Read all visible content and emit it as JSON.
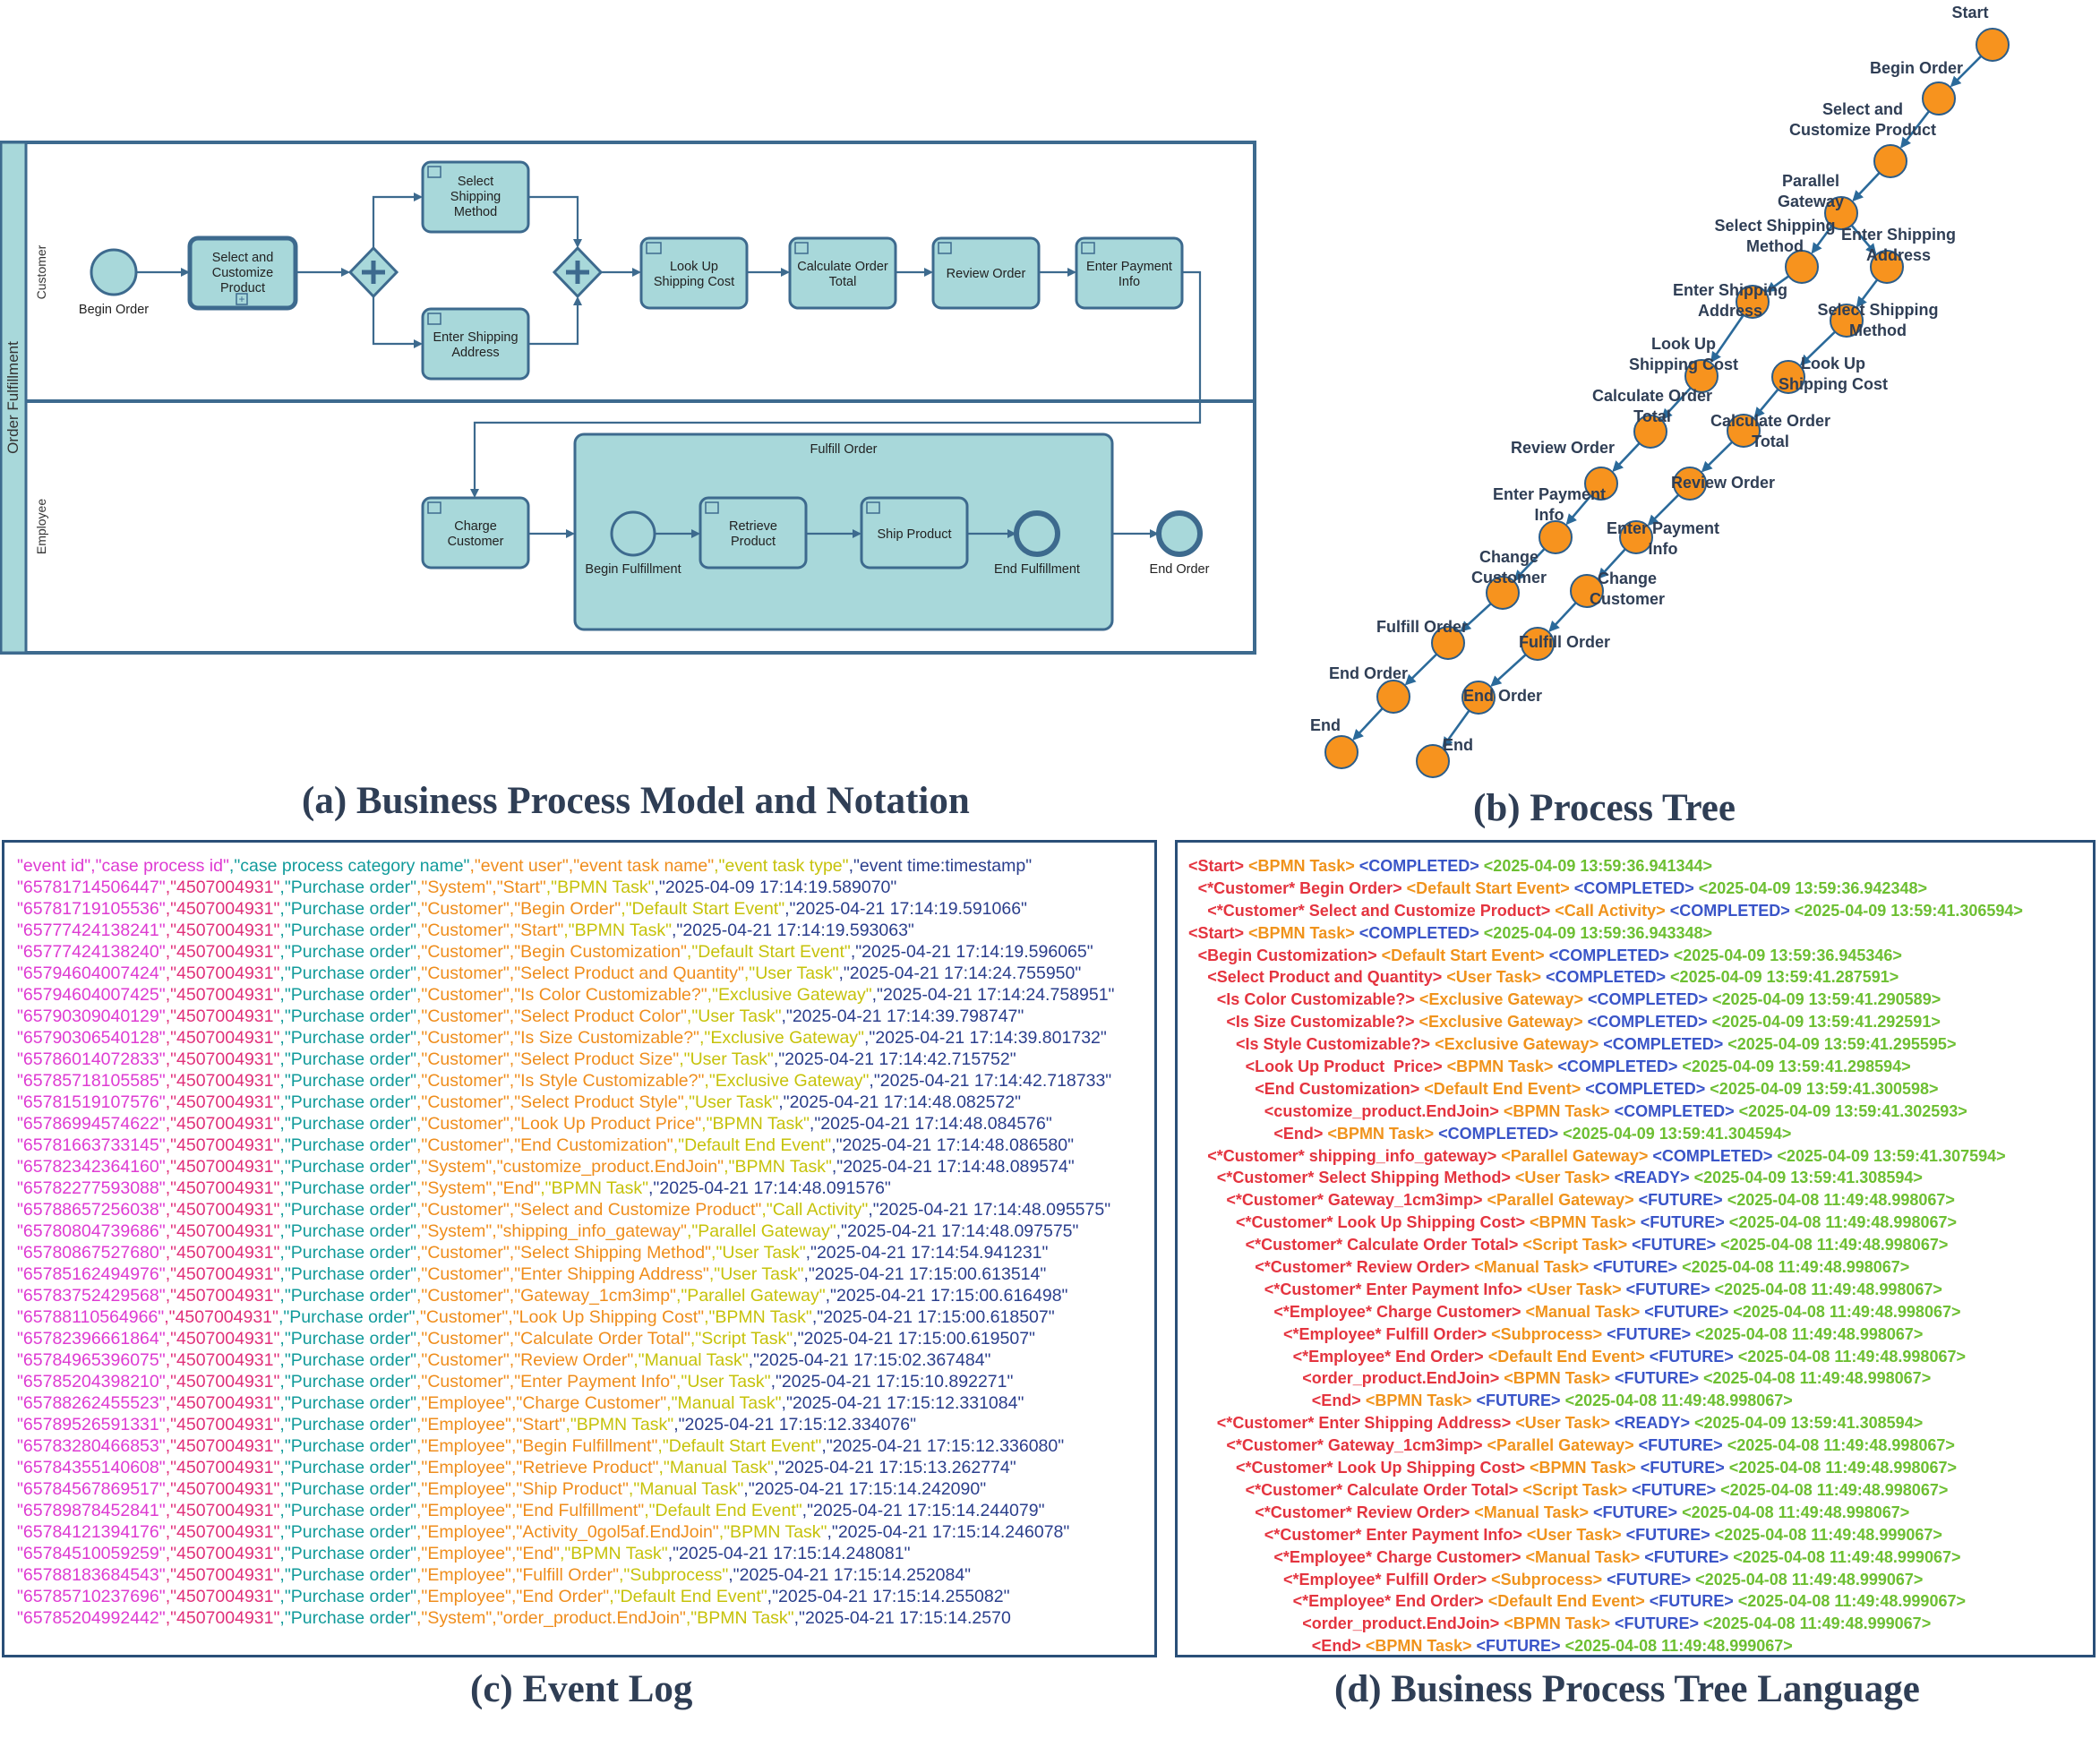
{
  "captions": {
    "a": "(a) Business Process Model and Notation",
    "b": "(b) Process Tree",
    "c": "(c) Event Log",
    "d": "(d) Business Process Tree Language"
  },
  "bpmn": {
    "pool": "Order Fulfillment",
    "lanes": [
      "Customer",
      "Employee"
    ],
    "nodes": {
      "begin_order": "Begin Order",
      "select_customize": [
        "Select and",
        "Customize",
        "Product"
      ],
      "select_shipping": [
        "Select",
        "Shipping",
        "Method"
      ],
      "enter_shipping": [
        "Enter Shipping",
        "Address"
      ],
      "look_up": [
        "Look Up",
        "Shipping Cost"
      ],
      "calc_total": [
        "Calculate Order",
        "Total"
      ],
      "review": "Review Order",
      "enter_payment": [
        "Enter Payment",
        "Info"
      ],
      "charge": [
        "Charge",
        "Customer"
      ],
      "fulfill_order": "Fulfill Order",
      "begin_fulfill": "Begin Fulfillment",
      "retrieve": [
        "Retrieve",
        "Product"
      ],
      "ship": "Ship Product",
      "end_fulfill": "End Fulfillment",
      "end_order": "End Order"
    }
  },
  "tree": {
    "main_chain": [
      "Start",
      "Begin Order",
      "Select and\nCustomize Product",
      "Parallel\nGateway"
    ],
    "left_branch": [
      "Select Shipping\nMethod",
      "Enter Shipping\nAddress",
      "Look Up\nShipping Cost",
      "Calculate Order\nTotal",
      "Review Order",
      "Enter Payment\nInfo",
      "Change\nCustomer",
      "Fulfill Order",
      "End Order",
      "End"
    ],
    "right_branch": [
      "Enter Shipping\nAddress",
      "Select Shipping\nMethod",
      "Look Up\nShipping Cost",
      "Calculate Order\nTotal",
      "Review Order",
      "Enter Payment\nInfo",
      "Change\nCustomer",
      "Fulfill Order",
      "End Order",
      "End"
    ],
    "colors": {
      "node": "#f7931e",
      "node_stroke": "#2b5d8a",
      "edge": "#2b6a9a"
    }
  },
  "event_log": {
    "header": [
      "\"event id\"",
      ",\"case process id\"",
      ",\"case process category name\"",
      ",\"event user\"",
      ",\"event task name\"",
      ",\"event task type\"",
      ",\"event time:timestamp\""
    ],
    "rows": [
      [
        "\"65781714506447\"",
        ",\"4507004931\"",
        ",\"Purchase order\"",
        ",\"System\"",
        ",\"Start\"",
        ",\"BPMN Task\"",
        ",\"2025-04-09 17:14:19.589070\""
      ],
      [
        "\"65781719105536\"",
        ",\"4507004931\"",
        ",\"Purchase order\"",
        ",\"Customer\"",
        ",\"Begin Order\"",
        ",\"Default Start Event\"",
        ",\"2025-04-21 17:14:19.591066\""
      ],
      [
        "\"65777424138241\"",
        ",\"4507004931\"",
        ",\"Purchase order\"",
        ",\"Customer\"",
        ",\"Start\"",
        ",\"BPMN Task\"",
        ",\"2025-04-21 17:14:19.593063\""
      ],
      [
        "\"65777424138240\"",
        ",\"4507004931\"",
        ",\"Purchase order\"",
        ",\"Customer\"",
        ",\"Begin Customization\"",
        ",\"Default Start Event\"",
        ",\"2025-04-21 17:14:19.596065\""
      ],
      [
        "\"65794604007424\"",
        ",\"4507004931\"",
        ",\"Purchase order\"",
        ",\"Customer\"",
        ",\"Select Product and Quantity\"",
        ",\"User Task\"",
        ",\"2025-04-21 17:14:24.755950\""
      ],
      [
        "\"65794604007425\"",
        ",\"4507004931\"",
        ",\"Purchase order\"",
        ",\"Customer\"",
        ",\"Is Color Customizable?\"",
        ",\"Exclusive Gateway\"",
        ",\"2025-04-21 17:14:24.758951\""
      ],
      [
        "\"65790309040129\"",
        ",\"4507004931\"",
        ",\"Purchase order\"",
        ",\"Customer\"",
        ",\"Select Product Color\"",
        ",\"User Task\"",
        ",\"2025-04-21 17:14:39.798747\""
      ],
      [
        "\"65790306540128\"",
        ",\"4507004931\"",
        ",\"Purchase order\"",
        ",\"Customer\"",
        ",\"Is Size Customizable?\"",
        ",\"Exclusive Gateway\"",
        ",\"2025-04-21 17:14:39.801732\""
      ],
      [
        "\"65786014072833\"",
        ",\"4507004931\"",
        ",\"Purchase order\"",
        ",\"Customer\"",
        ",\"Select Product Size\"",
        ",\"User Task\"",
        ",\"2025-04-21 17:14:42.715752\""
      ],
      [
        "\"65785718105585\"",
        ",\"4507004931\"",
        ",\"Purchase order\"",
        ",\"Customer\"",
        ",\"Is Style Customizable?\"",
        ",\"Exclusive Gateway\"",
        ",\"2025-04-21 17:14:42.718733\""
      ],
      [
        "\"65781519107576\"",
        ",\"4507004931\"",
        ",\"Purchase order\"",
        ",\"Customer\"",
        ",\"Select Product Style\"",
        ",\"User Task\"",
        ",\"2025-04-21 17:14:48.082572\""
      ],
      [
        "\"65786994574622\"",
        ",\"4507004931\"",
        ",\"Purchase order\"",
        ",\"Customer\"",
        ",\"Look Up Product Price\"",
        ",\"BPMN Task\"",
        ",\"2025-04-21 17:14:48.084576\""
      ],
      [
        "\"65781663733145\"",
        ",\"4507004931\"",
        ",\"Purchase order\"",
        ",\"Customer\"",
        ",\"End Customization\"",
        ",\"Default End Event\"",
        ",\"2025-04-21 17:14:48.086580\""
      ],
      [
        "\"65782342364160\"",
        ",\"4507004931\"",
        ",\"Purchase order\"",
        ",\"System\"",
        ",\"customize_product.EndJoin\"",
        ",\"BPMN Task\"",
        ",\"2025-04-21 17:14:48.089574\""
      ],
      [
        "\"65782277593088\"",
        ",\"4507004931\"",
        ",\"Purchase order\"",
        ",\"System\"",
        ",\"End\"",
        ",\"BPMN Task\"",
        ",\"2025-04-21 17:14:48.091576\""
      ],
      [
        "\"65788657256038\"",
        ",\"4507004931\"",
        ",\"Purchase order\"",
        ",\"Customer\"",
        ",\"Select and Customize Product\"",
        ",\"Call Activity\"",
        ",\"2025-04-21 17:14:48.095575\""
      ],
      [
        "\"65780804739686\"",
        ",\"4507004931\"",
        ",\"Purchase order\"",
        ",\"System\"",
        ",\"shipping_info_gateway\"",
        ",\"Parallel Gateway\"",
        ",\"2025-04-21 17:14:48.097575\""
      ],
      [
        "\"65780867527680\"",
        ",\"4507004931\"",
        ",\"Purchase order\"",
        ",\"Customer\"",
        ",\"Select Shipping Method\"",
        ",\"User Task\"",
        ",\"2025-04-21 17:14:54.941231\""
      ],
      [
        "\"65785162494976\"",
        ",\"4507004931\"",
        ",\"Purchase order\"",
        ",\"Customer\"",
        ",\"Enter Shipping Address\"",
        ",\"User Task\"",
        ",\"2025-04-21 17:15:00.613514\""
      ],
      [
        "\"65783752429568\"",
        ",\"4507004931\"",
        ",\"Purchase order\"",
        ",\"Customer\"",
        ",\"Gateway_1cm3imp\"",
        ",\"Parallel Gateway\"",
        ",\"2025-04-21 17:15:00.616498\""
      ],
      [
        "\"65788110564966\"",
        ",\"4507004931\"",
        ",\"Purchase order\"",
        ",\"Customer\"",
        ",\"Look Up Shipping Cost\"",
        ",\"BPMN Task\"",
        ",\"2025-04-21 17:15:00.618507\""
      ],
      [
        "\"65782396661864\"",
        ",\"4507004931\"",
        ",\"Purchase order\"",
        ",\"Customer\"",
        ",\"Calculate Order Total\"",
        ",\"Script Task\"",
        ",\"2025-04-21 17:15:00.619507\""
      ],
      [
        "\"65784965396075\"",
        ",\"4507004931\"",
        ",\"Purchase order\"",
        ",\"Customer\"",
        ",\"Review Order\"",
        ",\"Manual Task\"",
        ",\"2025-04-21 17:15:02.367484\""
      ],
      [
        "\"65785204398210\"",
        ",\"4507004931\"",
        ",\"Purchase order\"",
        ",\"Customer\"",
        ",\"Enter Payment Info\"",
        ",\"User Task\"",
        ",\"2025-04-21 17:15:10.892271\""
      ],
      [
        "\"65788262455523\"",
        ",\"4507004931\"",
        ",\"Purchase order\"",
        ",\"Employee\"",
        ",\"Charge Customer\"",
        ",\"Manual Task\"",
        ",\"2025-04-21 17:15:12.331084\""
      ],
      [
        "\"65789526591331\"",
        ",\"4507004931\"",
        ",\"Purchase order\"",
        ",\"Employee\"",
        ",\"Start\"",
        ",\"BPMN Task\"",
        ",\"2025-04-21 17:15:12.334076\""
      ],
      [
        "\"65783280466853\"",
        ",\"4507004931\"",
        ",\"Purchase order\"",
        ",\"Employee\"",
        ",\"Begin Fulfillment\"",
        ",\"Default Start Event\"",
        ",\"2025-04-21 17:15:12.336080\""
      ],
      [
        "\"65784355140608\"",
        ",\"4507004931\"",
        ",\"Purchase order\"",
        ",\"Employee\"",
        ",\"Retrieve Product\"",
        ",\"Manual Task\"",
        ",\"2025-04-21 17:15:13.262774\""
      ],
      [
        "\"65784567869517\"",
        ",\"4507004931\"",
        ",\"Purchase order\"",
        ",\"Employee\"",
        ",\"Ship Product\"",
        ",\"Manual Task\"",
        ",\"2025-04-21 17:15:14.242090\""
      ],
      [
        "\"65789878452841\"",
        ",\"4507004931\"",
        ",\"Purchase order\"",
        ",\"Employee\"",
        ",\"End Fulfillment\"",
        ",\"Default End Event\"",
        ",\"2025-04-21 17:15:14.244079\""
      ],
      [
        "\"65784121394176\"",
        ",\"4507004931\"",
        ",\"Purchase order\"",
        ",\"Employee\"",
        ",\"Activity_0gol5af.EndJoin\"",
        ",\"BPMN Task\"",
        ",\"2025-04-21 17:15:14.246078\""
      ],
      [
        "\"65784510059259\"",
        ",\"4507004931\"",
        ",\"Purchase order\"",
        ",\"Employee\"",
        ",\"End\"",
        ",\"BPMN Task\"",
        ",\"2025-04-21 17:15:14.248081\""
      ],
      [
        "\"65788183684543\"",
        ",\"4507004931\"",
        ",\"Purchase order\"",
        ",\"Employee\"",
        ",\"Fulfill Order\"",
        ",\"Subprocess\"",
        ",\"2025-04-21 17:15:14.252084\""
      ],
      [
        "\"65785710237696\"",
        ",\"4507004931\"",
        ",\"Purchase order\"",
        ",\"Employee\"",
        ",\"End Order\"",
        ",\"Default End Event\"",
        ",\"2025-04-21 17:15:14.255082\""
      ],
      [
        "\"65785204992442\"",
        ",\"4507004931\"",
        ",\"Purchase order\"",
        ",\"System\"",
        ",\"order_product.EndJoin\"",
        ",\"BPMN Task\"",
        ",\"2025-04-21 17:15:14.2570"
      ]
    ]
  },
  "bptl": {
    "rows": [
      {
        "indent": 0,
        "name": "<Start>",
        "type": "<BPMN Task>",
        "status": "<COMPLETED>",
        "time": "<2025-04-09 13:59:36.941344>"
      },
      {
        "indent": 1,
        "name": "<*Customer* Begin Order>",
        "type": "<Default Start Event>",
        "status": "<COMPLETED>",
        "time": "<2025-04-09 13:59:36.942348>"
      },
      {
        "indent": 2,
        "name": "<*Customer* Select and Customize Product>",
        "type": "<Call Activity>",
        "status": "<COMPLETED>",
        "time": "<2025-04-09 13:59:41.306594>"
      },
      {
        "indent": 0,
        "name": "<Start>",
        "type": "<BPMN Task>",
        "status": "<COMPLETED>",
        "time": "<2025-04-09 13:59:36.943348>"
      },
      {
        "indent": 1,
        "name": "<Begin Customization>",
        "type": "<Default Start Event>",
        "status": "<COMPLETED>",
        "time": "<2025-04-09 13:59:36.945346>"
      },
      {
        "indent": 2,
        "name": "<Select Product and Quantity>",
        "type": "<User Task>",
        "status": "<COMPLETED>",
        "time": "<2025-04-09 13:59:41.287591>"
      },
      {
        "indent": 3,
        "name": "<Is Color Customizable?>",
        "type": "<Exclusive Gateway>",
        "status": "<COMPLETED>",
        "time": "<2025-04-09 13:59:41.290589>"
      },
      {
        "indent": 4,
        "name": "<Is Size Customizable?>",
        "type": "<Exclusive Gateway>",
        "status": "<COMPLETED>",
        "time": "<2025-04-09 13:59:41.292591>"
      },
      {
        "indent": 5,
        "name": "<Is Style Customizable?>",
        "type": "<Exclusive Gateway>",
        "status": "<COMPLETED>",
        "time": "<2025-04-09 13:59:41.295595>"
      },
      {
        "indent": 6,
        "name": "<Look Up Product  Price>",
        "type": "<BPMN Task>",
        "status": "<COMPLETED>",
        "time": "<2025-04-09 13:59:41.298594>"
      },
      {
        "indent": 7,
        "name": "<End Customization>",
        "type": "<Default End Event>",
        "status": "<COMPLETED>",
        "time": "<2025-04-09 13:59:41.300598>"
      },
      {
        "indent": 8,
        "name": "<customize_product.EndJoin>",
        "type": "<BPMN Task>",
        "status": "<COMPLETED>",
        "time": "<2025-04-09 13:59:41.302593>"
      },
      {
        "indent": 9,
        "name": "<End>",
        "type": "<BPMN Task>",
        "status": "<COMPLETED>",
        "time": "<2025-04-09 13:59:41.304594>"
      },
      {
        "indent": 2,
        "name": "<*Customer* shipping_info_gateway>",
        "type": "<Parallel Gateway>",
        "status": "<COMPLETED>",
        "time": "<2025-04-09 13:59:41.307594>"
      },
      {
        "indent": 3,
        "name": "<*Customer* Select Shipping Method>",
        "type": "<User Task>",
        "status": "<READY>",
        "time": "<2025-04-09 13:59:41.308594>"
      },
      {
        "indent": 4,
        "name": "<*Customer* Gateway_1cm3imp>",
        "type": "<Parallel Gateway>",
        "status": "<FUTURE>",
        "time": "<2025-04-08 11:49:48.998067>"
      },
      {
        "indent": 5,
        "name": "<*Customer* Look Up Shipping Cost>",
        "type": "<BPMN Task>",
        "status": "<FUTURE>",
        "time": "<2025-04-08 11:49:48.998067>"
      },
      {
        "indent": 6,
        "name": "<*Customer* Calculate Order Total>",
        "type": "<Script Task>",
        "status": "<FUTURE>",
        "time": "<2025-04-08 11:49:48.998067>"
      },
      {
        "indent": 7,
        "name": "<*Customer* Review Order>",
        "type": "<Manual Task>",
        "status": "<FUTURE>",
        "time": "<2025-04-08 11:49:48.998067>"
      },
      {
        "indent": 8,
        "name": "<*Customer* Enter Payment Info>",
        "type": "<User Task>",
        "status": "<FUTURE>",
        "time": "<2025-04-08 11:49:48.998067>"
      },
      {
        "indent": 9,
        "name": "<*Employee* Charge Customer>",
        "type": "<Manual Task>",
        "status": "<FUTURE>",
        "time": "<2025-04-08 11:49:48.998067>"
      },
      {
        "indent": 10,
        "name": "<*Employee* Fulfill Order>",
        "type": "<Subprocess>",
        "status": "<FUTURE>",
        "time": "<2025-04-08 11:49:48.998067>"
      },
      {
        "indent": 11,
        "name": "<*Employee* End Order>",
        "type": "<Default End Event>",
        "status": "<FUTURE>",
        "time": "<2025-04-08 11:49:48.998067>"
      },
      {
        "indent": 12,
        "name": "<order_product.EndJoin>",
        "type": "<BPMN Task>",
        "status": "<FUTURE>",
        "time": "<2025-04-08 11:49:48.998067>"
      },
      {
        "indent": 13,
        "name": "<End>",
        "type": "<BPMN Task>",
        "status": "<FUTURE>",
        "time": "<2025-04-08 11:49:48.998067>"
      },
      {
        "indent": 3,
        "name": "<*Customer* Enter Shipping Address>",
        "type": "<User Task>",
        "status": "<READY>",
        "time": "<2025-04-09 13:59:41.308594>"
      },
      {
        "indent": 4,
        "name": "<*Customer* Gateway_1cm3imp>",
        "type": "<Parallel Gateway>",
        "status": "<FUTURE>",
        "time": "<2025-04-08 11:49:48.998067>"
      },
      {
        "indent": 5,
        "name": "<*Customer* Look Up Shipping Cost>",
        "type": "<BPMN Task>",
        "status": "<FUTURE>",
        "time": "<2025-04-08 11:49:48.998067>"
      },
      {
        "indent": 6,
        "name": "<*Customer* Calculate Order Total>",
        "type": "<Script Task>",
        "status": "<FUTURE>",
        "time": "<2025-04-08 11:49:48.998067>"
      },
      {
        "indent": 7,
        "name": "<*Customer* Review Order>",
        "type": "<Manual Task>",
        "status": "<FUTURE>",
        "time": "<2025-04-08 11:49:48.998067>"
      },
      {
        "indent": 8,
        "name": "<*Customer* Enter Payment Info>",
        "type": "<User Task>",
        "status": "<FUTURE>",
        "time": "<2025-04-08 11:49:48.999067>"
      },
      {
        "indent": 9,
        "name": "<*Employee* Charge Customer>",
        "type": "<Manual Task>",
        "status": "<FUTURE>",
        "time": "<2025-04-08 11:49:48.999067>"
      },
      {
        "indent": 10,
        "name": "<*Employee* Fulfill Order>",
        "type": "<Subprocess>",
        "status": "<FUTURE>",
        "time": "<2025-04-08 11:49:48.999067>"
      },
      {
        "indent": 11,
        "name": "<*Employee* End Order>",
        "type": "<Default End Event>",
        "status": "<FUTURE>",
        "time": "<2025-04-08 11:49:48.999067>"
      },
      {
        "indent": 12,
        "name": "<order_product.EndJoin>",
        "type": "<BPMN Task>",
        "status": "<FUTURE>",
        "time": "<2025-04-08 11:49:48.999067>"
      },
      {
        "indent": 13,
        "name": "<End>",
        "type": "<BPMN Task>",
        "status": "<FUTURE>",
        "time": "<2025-04-08 11:49:48.999067>"
      }
    ]
  }
}
